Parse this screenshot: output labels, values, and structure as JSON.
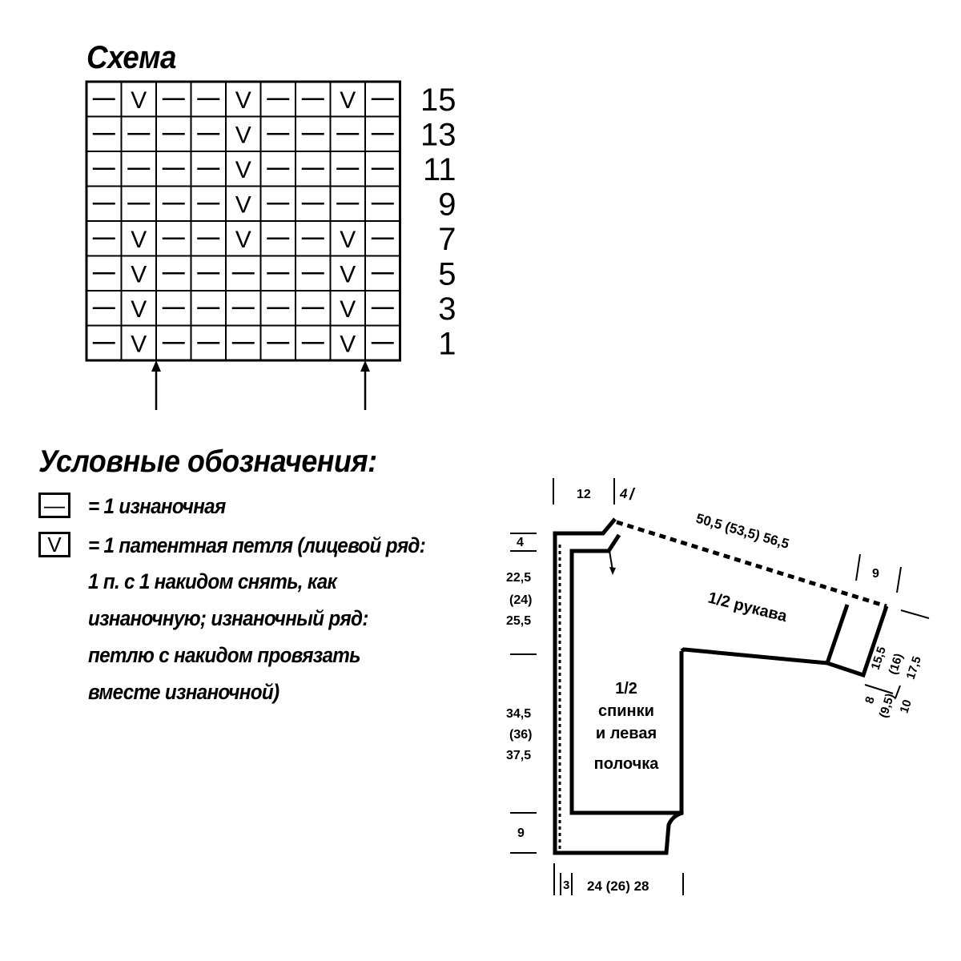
{
  "chart": {
    "title": "Схема",
    "grid": {
      "columns": 9,
      "rows": [
        {
          "label": "15",
          "cells": [
            "—",
            "V",
            "—",
            "—",
            "V",
            "—",
            "—",
            "V",
            "—"
          ]
        },
        {
          "label": "13",
          "cells": [
            "—",
            "—",
            "—",
            "—",
            "V",
            "—",
            "—",
            "—",
            "—"
          ]
        },
        {
          "label": "11",
          "cells": [
            "—",
            "—",
            "—",
            "—",
            "V",
            "—",
            "—",
            "—",
            "—"
          ]
        },
        {
          "label": "9",
          "cells": [
            "—",
            "—",
            "—",
            "—",
            "V",
            "—",
            "—",
            "—",
            "—"
          ]
        },
        {
          "label": "7",
          "cells": [
            "—",
            "V",
            "—",
            "—",
            "V",
            "—",
            "—",
            "V",
            "—"
          ]
        },
        {
          "label": "5",
          "cells": [
            "—",
            "V",
            "—",
            "—",
            "—",
            "—",
            "—",
            "V",
            "—"
          ]
        },
        {
          "label": "3",
          "cells": [
            "—",
            "V",
            "—",
            "—",
            "—",
            "—",
            "—",
            "V",
            "—"
          ]
        },
        {
          "label": "1",
          "cells": [
            "—",
            "V",
            "—",
            "—",
            "—",
            "—",
            "—",
            "V",
            "—"
          ]
        }
      ],
      "arrow_after_columns": [
        1,
        7
      ]
    }
  },
  "legend": {
    "title": "Условные обозначения:",
    "items": [
      {
        "symbol": "—",
        "text": "= 1 изнаночная"
      },
      {
        "symbol": "V",
        "text": "= 1 патентная петля (лицевой ряд:"
      }
    ],
    "continuation": [
      "1 п. с 1 накидом снять, как",
      "изнаночную; изнаночный ряд:",
      "петлю с накидом провязать",
      "вместе изнаночной)"
    ]
  },
  "pattern": {
    "body_label": [
      "1/2",
      "спинки",
      "и левая",
      "полочка"
    ],
    "sleeve_label": "1/2 рукава",
    "measurements": {
      "neck_width": "12",
      "collar": "4",
      "shoulder_sleeve": "50,5 (53,5) 56,5",
      "cuff_top": "9",
      "yoke_height": "4",
      "armhole": [
        "22,5",
        "(24)",
        "25,5"
      ],
      "body_height": [
        "34,5",
        "(36)",
        "37,5"
      ],
      "hem": "9",
      "band": "3",
      "half_width": "24 (26) 28",
      "sleeve_end": [
        "15,5",
        "(16)",
        "17,5"
      ],
      "cuff_bottom": [
        "8",
        "(9,5)",
        "10"
      ]
    }
  }
}
